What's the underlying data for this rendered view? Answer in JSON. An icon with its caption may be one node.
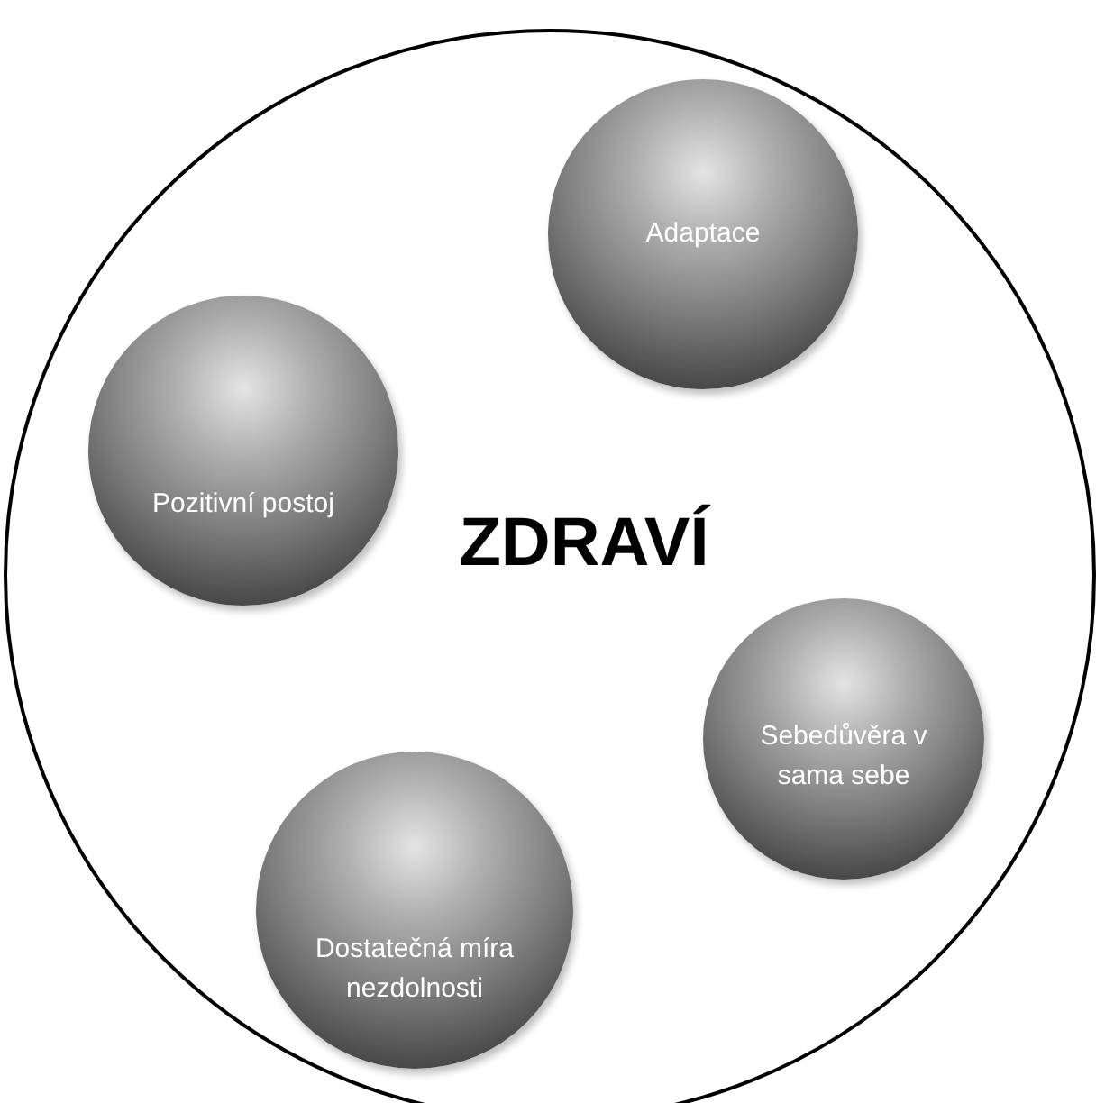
{
  "diagram": {
    "nodes": [
      {
        "text": [
          "ZDRAVÍ"
        ]
      },
      {
        "text": [
          "Adaptace"
        ],
        "in": 0
      },
      {
        "text": [
          "Pozitivní postoj"
        ],
        "in": 0
      },
      {
        "text": [
          "Sebedůvěra v sama sebe"
        ],
        "in": 0
      },
      {
        "text": [
          "Dostatečná míra nezdolnosti"
        ],
        "in": 0
      }
    ]
  }
}
